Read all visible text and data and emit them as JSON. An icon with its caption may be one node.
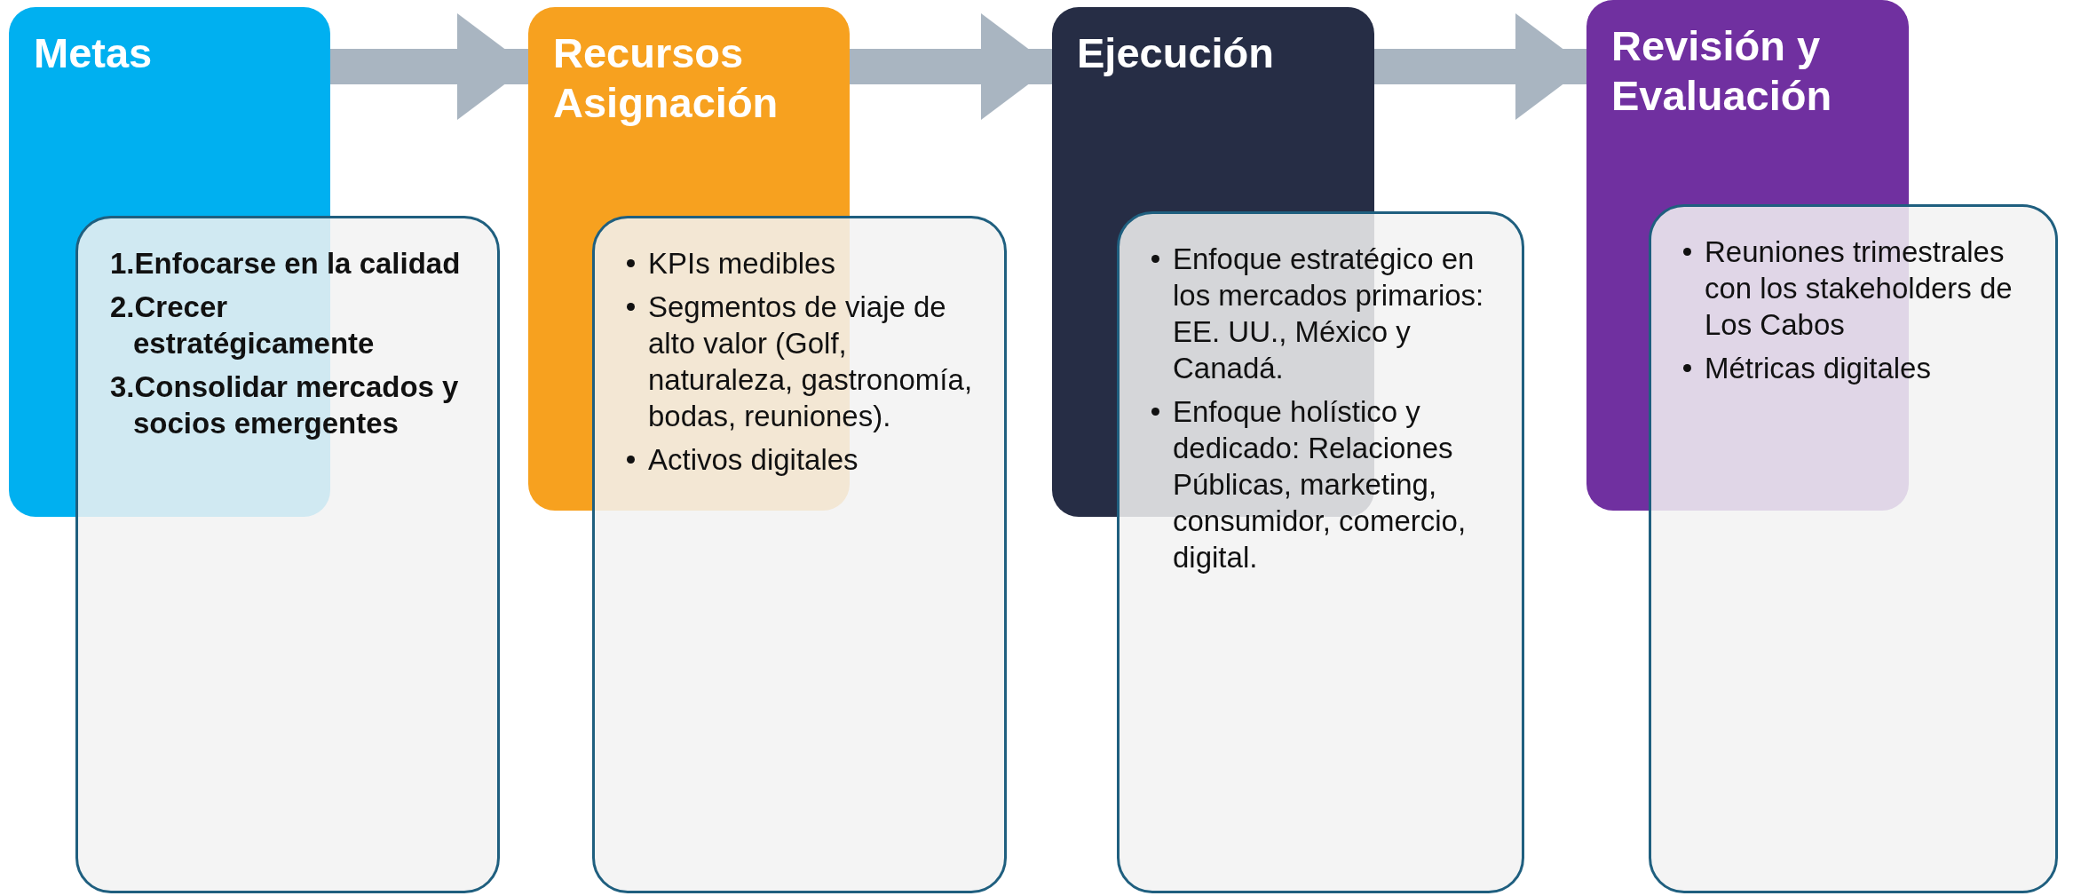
{
  "diagram": {
    "nodes": [
      {
        "text": [
          "Metas"
        ]
      },
      {
        "text": [
          "1.Enfocarse en la calidad",
          "2.Crecer estratégicamente",
          "3.Consolidar mercados y socios emergentes"
        ]
      },
      {
        "text": [
          "Recursos Asignación"
        ]
      },
      {
        "text": [
          "KPIs medibles",
          "Segmentos de viaje de alto valor (Golf, naturaleza, gastronomía, bodas, reuniones).",
          "Activos digitales"
        ]
      },
      {
        "text": [
          "Ejecución"
        ]
      },
      {
        "text": [
          "Enfoque estratégico en los mercados primarios: EE. UU., México y Canadá.",
          "Enfoque holístico y dedicado: Relaciones Públicas, marketing, consumidor, comercio, digital."
        ]
      },
      {
        "text": [
          "Revisión y Evaluación"
        ]
      },
      {
        "text": [
          "Reuniones trimestrales con los stakeholders de Los Cabos",
          "Métricas digitales"
        ]
      }
    ],
    "edges": [
      {
        "from": 0,
        "to": 2,
        "arrow": "to"
      },
      {
        "from": 2,
        "to": 4,
        "arrow": "to"
      },
      {
        "from": 4,
        "to": 6,
        "arrow": "to"
      }
    ]
  }
}
